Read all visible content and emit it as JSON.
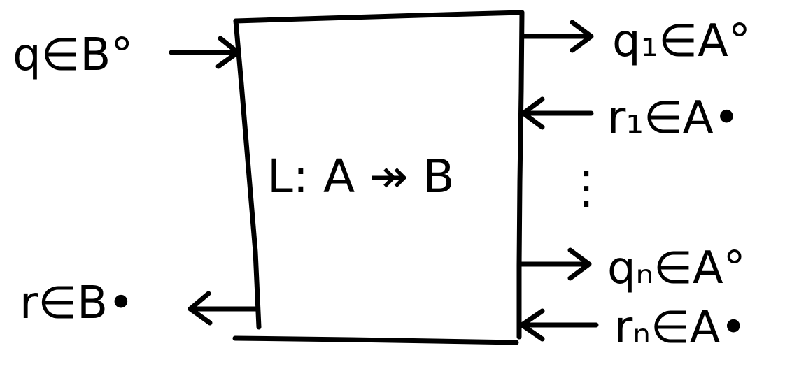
{
  "diagram": {
    "box_label": "L: A ↠ B",
    "left_input": "q∈B°",
    "left_output": "r∈B•",
    "right_outputs": [
      "q₁∈A°",
      "qₙ∈A°"
    ],
    "right_inputs": [
      "r₁∈A•",
      "rₙ∈A•"
    ],
    "ellipsis": "⋮",
    "ink_color": "#000000"
  }
}
